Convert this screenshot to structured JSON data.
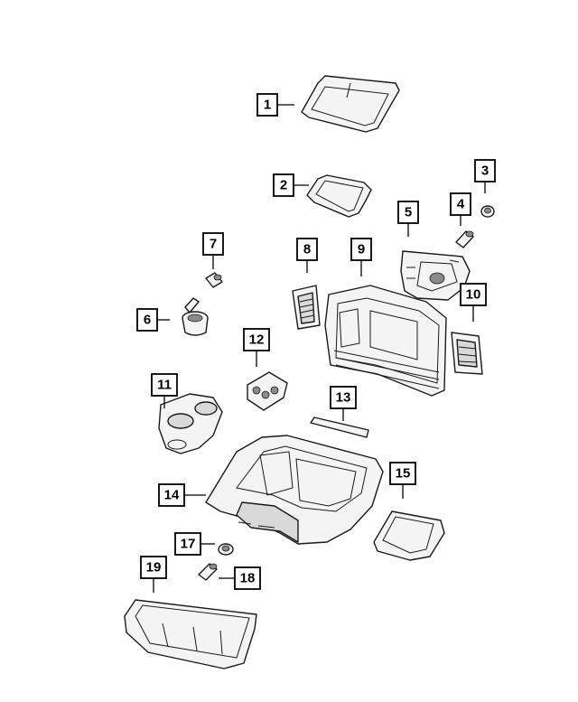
{
  "diagram": {
    "callouts": [
      {
        "id": "1",
        "label": "1"
      },
      {
        "id": "2",
        "label": "2"
      },
      {
        "id": "3",
        "label": "3"
      },
      {
        "id": "4",
        "label": "4"
      },
      {
        "id": "5",
        "label": "5"
      },
      {
        "id": "6",
        "label": "6"
      },
      {
        "id": "7",
        "label": "7"
      },
      {
        "id": "8",
        "label": "8"
      },
      {
        "id": "9",
        "label": "9"
      },
      {
        "id": "10",
        "label": "10"
      },
      {
        "id": "11",
        "label": "11"
      },
      {
        "id": "12",
        "label": "12"
      },
      {
        "id": "13",
        "label": "13"
      },
      {
        "id": "14",
        "label": "14"
      },
      {
        "id": "15",
        "label": "15"
      },
      {
        "id": "17",
        "label": "17"
      },
      {
        "id": "18",
        "label": "18"
      },
      {
        "id": "19",
        "label": "19"
      }
    ]
  }
}
